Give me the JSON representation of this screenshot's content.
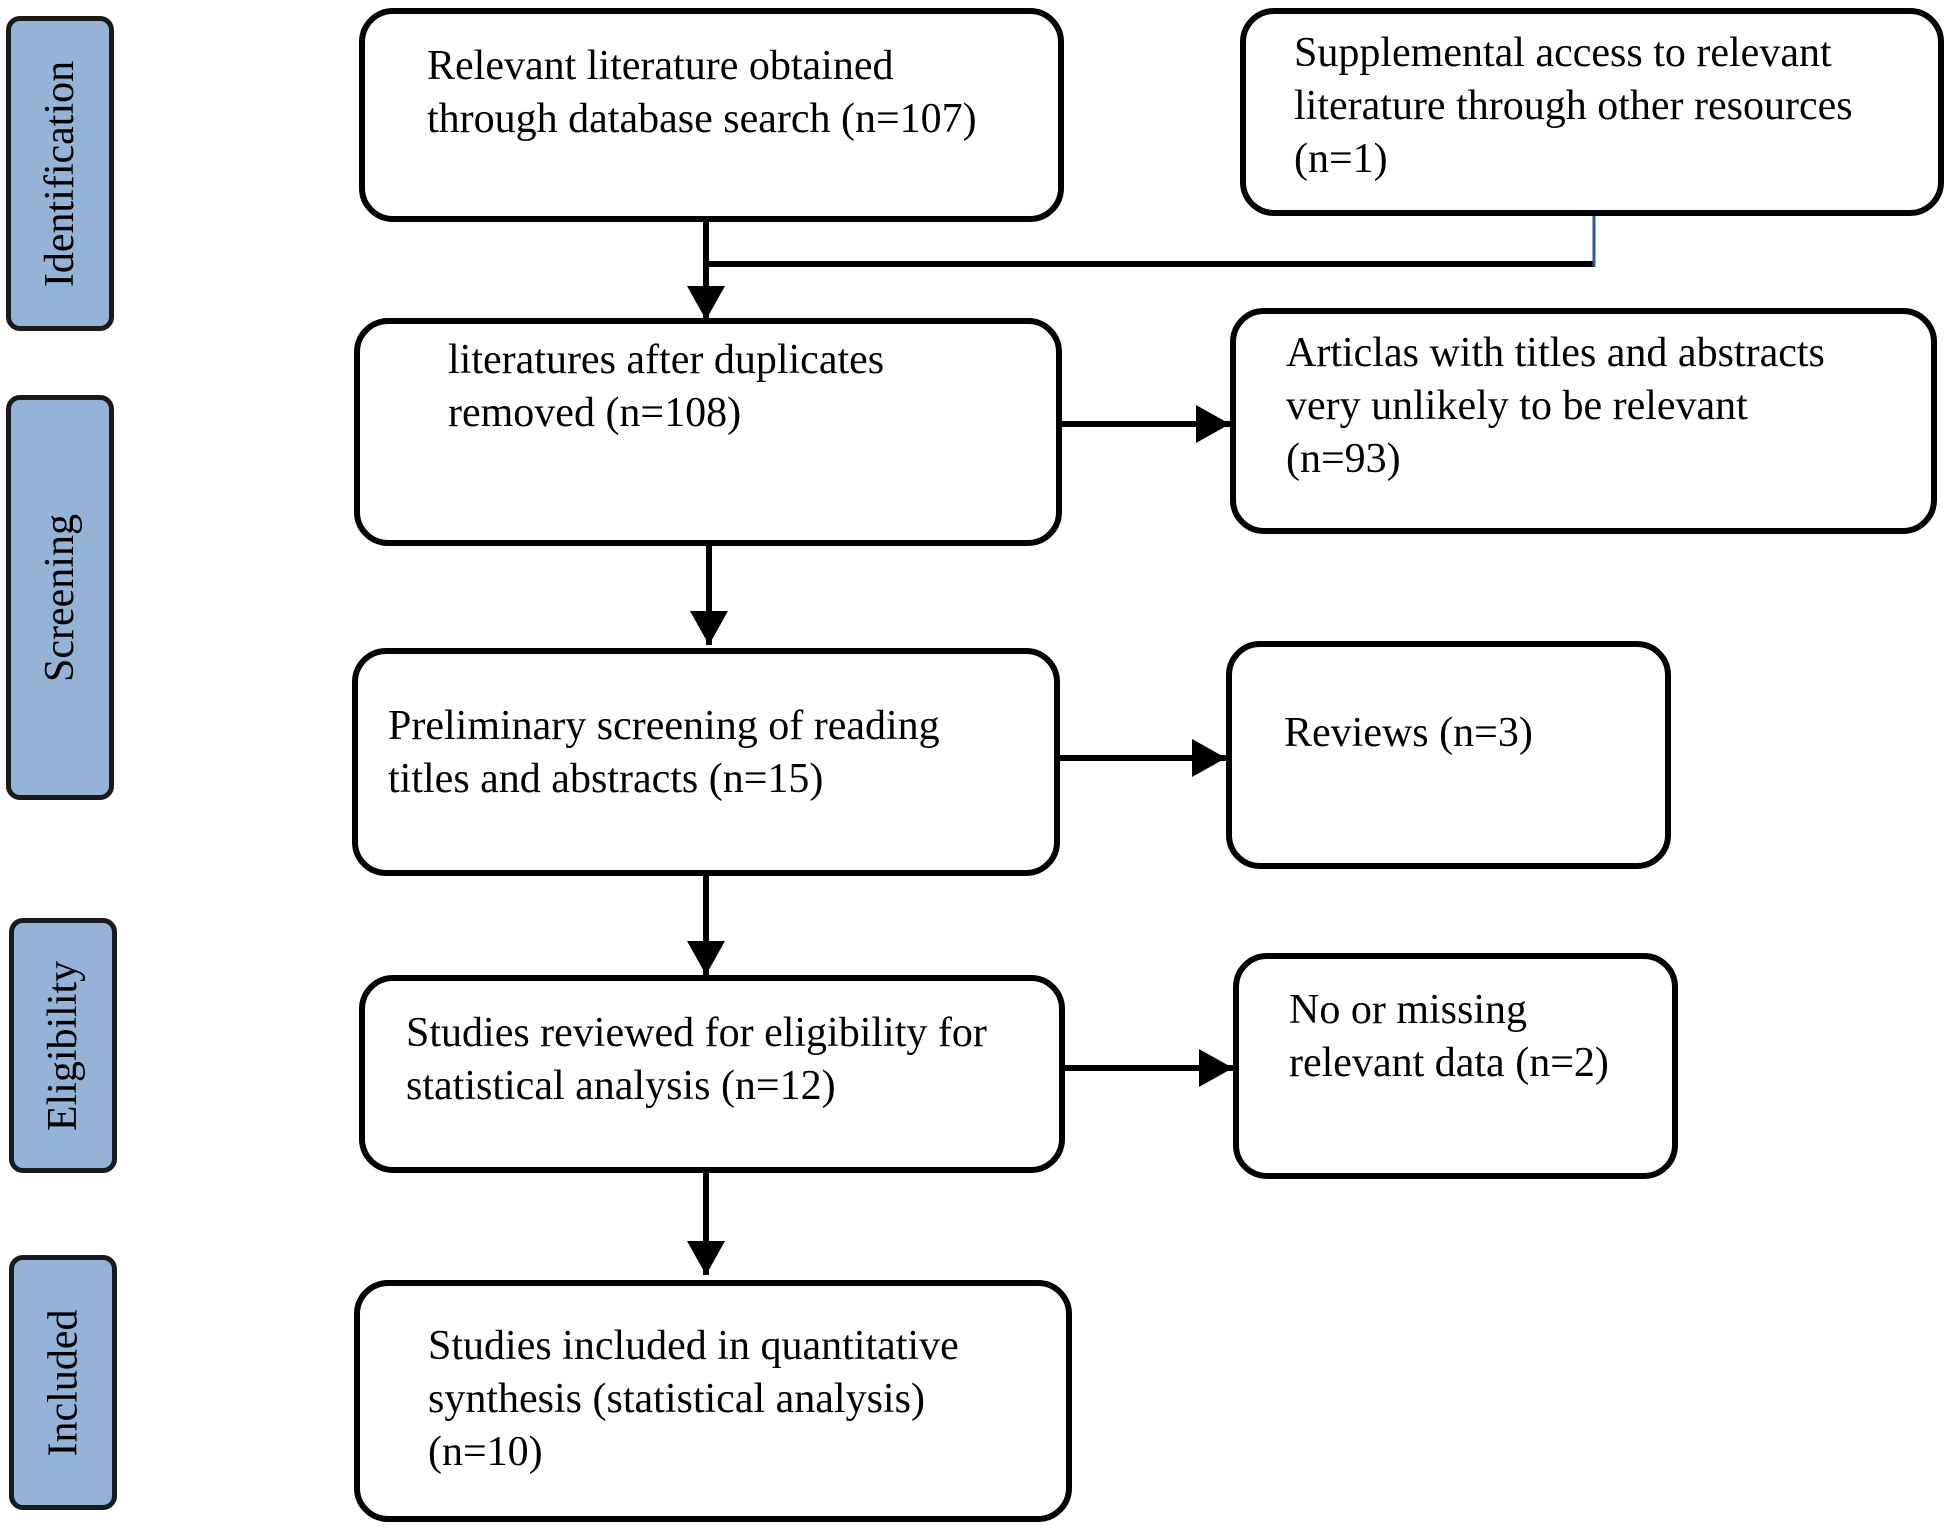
{
  "stages": {
    "identification": "Identification",
    "screening": "Screening",
    "eligibility": "Eligibility",
    "included": "Included"
  },
  "boxes": {
    "database_search": {
      "line1": "Relevant literature obtained",
      "line2": "through database search (n=107)"
    },
    "other_resources": {
      "line1": "Supplemental access to relevant",
      "line2": "literature through other resources",
      "line3": "(n=1)"
    },
    "duplicates_removed": {
      "line1": "literatures after duplicates",
      "line2": "removed (n=108)"
    },
    "excluded_unlikely": {
      "line1": "Articlas with titles and abstracts",
      "line2": "very unlikely to be relevant",
      "line3": "(n=93)"
    },
    "preliminary_screening": {
      "line1": "Preliminary screening of reading",
      "line2": "titles and abstracts (n=15)"
    },
    "reviews": {
      "line1": "Reviews (n=3)"
    },
    "eligibility_review": {
      "line1": "Studies reviewed for eligibility for",
      "line2": "statistical analysis (n=12)"
    },
    "missing_data": {
      "line1": "No or missing",
      "line2": "relevant data (n=2)"
    },
    "included_studies": {
      "line1": "Studies included in quantitative",
      "line2": "synthesis (statistical analysis)",
      "line3": "(n=10)"
    }
  },
  "colors": {
    "stage_fill": "#95b3d7",
    "stroke": "#000000",
    "merge_connector": "#2f5597"
  }
}
